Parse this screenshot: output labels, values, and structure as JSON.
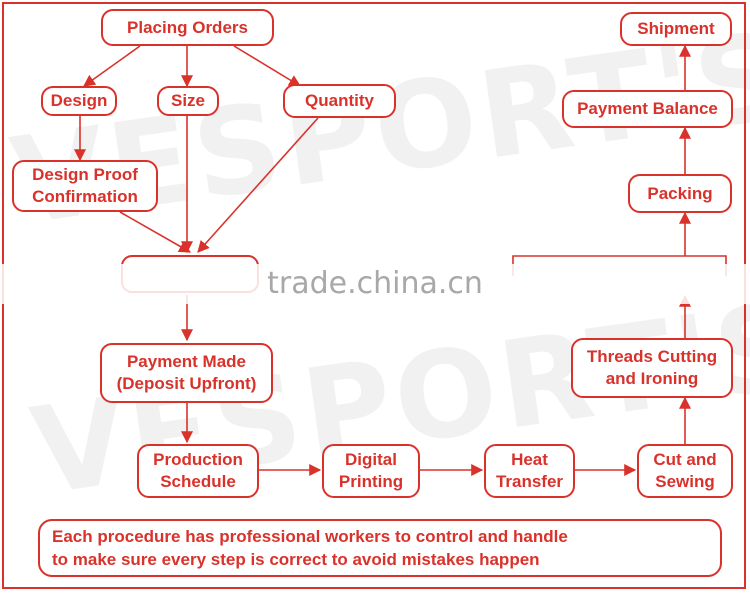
{
  "watermark": {
    "text": "VESPORT'S",
    "site": "trade.china.cn"
  },
  "colors": {
    "accent": "#d9322b",
    "watermark": "#f1f1f1"
  },
  "nodes": {
    "placing_orders": "Placing Orders",
    "design": "Design",
    "size": "Size",
    "quantity": "Quantity",
    "design_proof": "Design Proof\nConfirmation",
    "payment_made": "Payment Made\n(Deposit Upfront)",
    "production_schedule": "Production\nSchedule",
    "digital_printing": "Digital\nPrinting",
    "heat_transfer": "Heat\nTransfer",
    "cut_sewing": "Cut and\nSewing",
    "threads_cutting": "Threads Cutting\nand Ironing",
    "packing": "Packing",
    "payment_balance": "Payment Balance",
    "shipment": "Shipment"
  },
  "note": "Each procedure has professional workers to control and handle\nto make sure every step is correct to avoid mistakes happen"
}
